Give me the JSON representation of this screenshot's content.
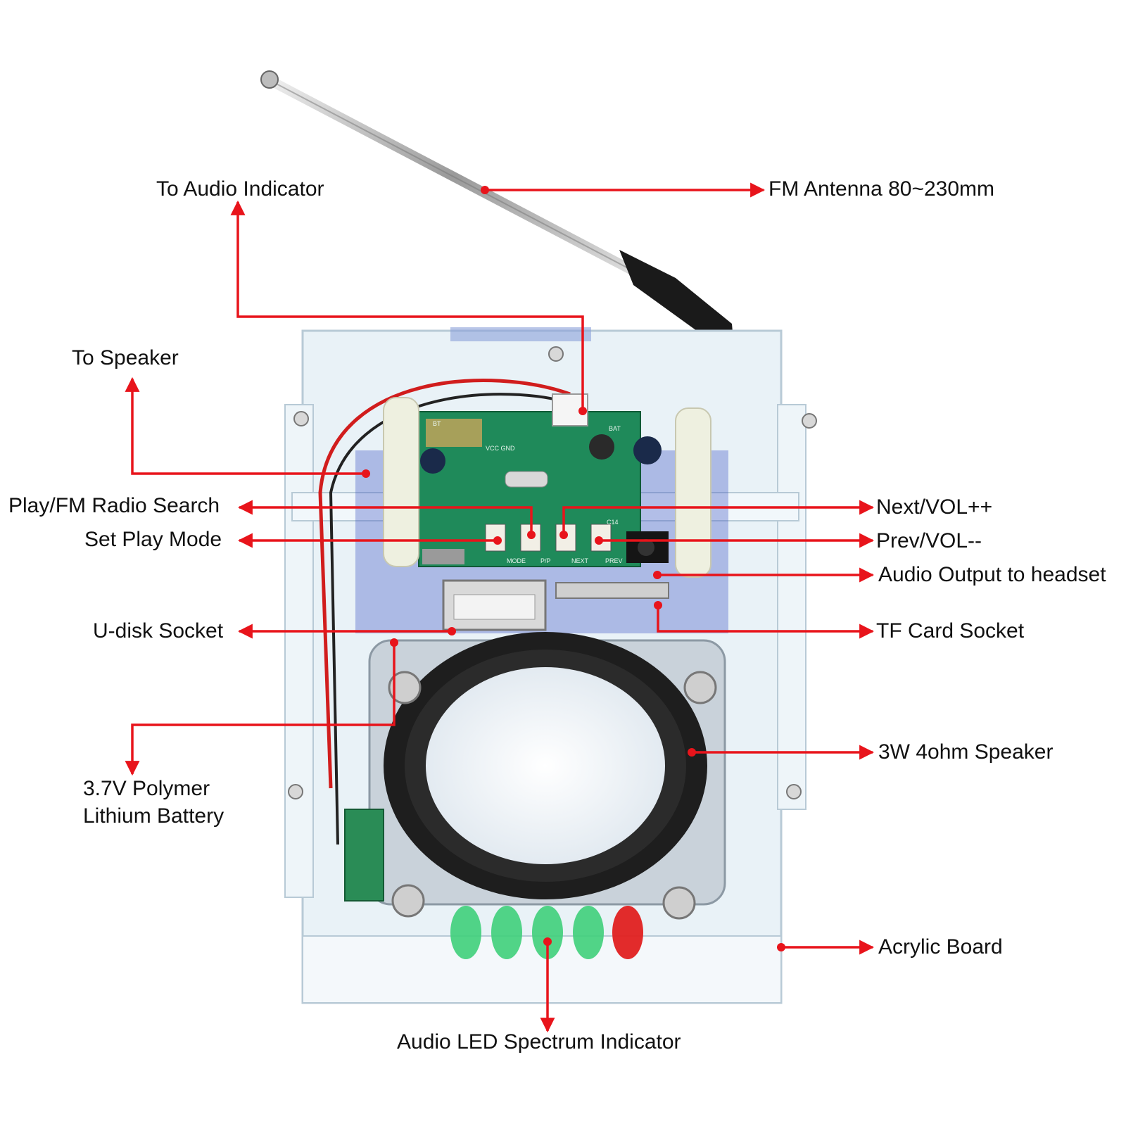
{
  "labels": {
    "to_audio_indicator": "To Audio Indicator",
    "fm_antenna": "FM Antenna 80~230mm",
    "to_speaker": "To Speaker",
    "play_fm_search": "Play/FM Radio Search",
    "set_play_mode": "Set Play Mode",
    "next_vol": "Next/VOL++",
    "prev_vol": "Prev/VOL--",
    "audio_output": "Audio Output to headset",
    "u_disk_socket": "U-disk Socket",
    "tf_card_socket": "TF Card Socket",
    "speaker_3w": "3W 4ohm Speaker",
    "battery_line1": "3.7V Polymer",
    "battery_line2": "Lithium Battery",
    "acrylic_board": "Acrylic Board",
    "led_indicator": "Audio LED Spectrum Indicator"
  },
  "pcb_silkscreen": {
    "bt": "BT",
    "bat": "BAT",
    "vcc_gnd": "VCC GND",
    "c14": "C14",
    "mode": "MODE",
    "pp": "P/P",
    "next": "NEXT",
    "prev": "PREV"
  },
  "colors": {
    "annotation": "#e8141b",
    "text": "#111111",
    "pcb": "#1f8a5a",
    "acrylic": "#cfe3ee",
    "led_green": "#3fcf7a",
    "led_red": "#e02020"
  }
}
